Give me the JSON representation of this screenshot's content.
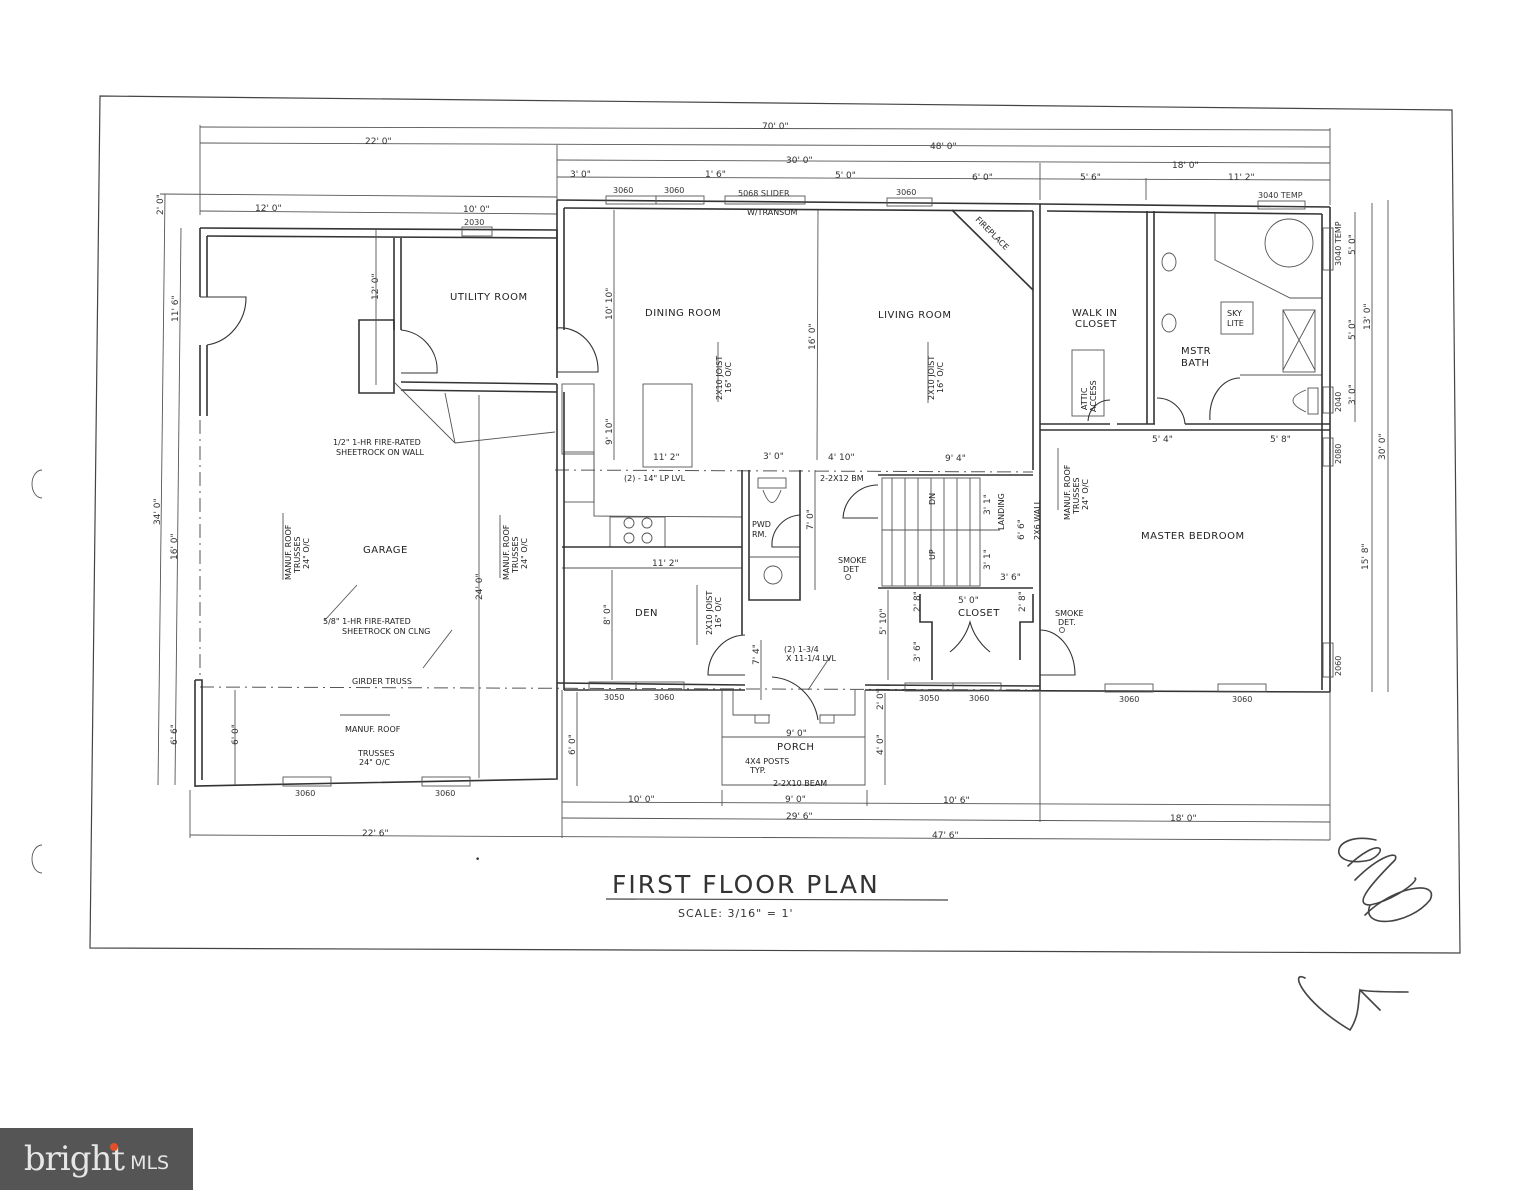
{
  "drawing": {
    "title": "FIRST FLOOR PLAN",
    "scale": "SCALE: 3/16\" = 1'"
  },
  "rooms": {
    "utility": "UTILITY ROOM",
    "dining": "DINING ROOM",
    "living": "LIVING ROOM",
    "walk_in_closet_1": "WALK IN",
    "walk_in_closet_2": "CLOSET",
    "master_bath_1": "MSTR",
    "master_bath_2": "BATH",
    "sky_lite_1": "SKY",
    "sky_lite_2": "LITE",
    "attic_1": "ATTIC",
    "attic_2": "ACCESS",
    "garage": "GARAGE",
    "den": "DEN",
    "powder_1": "PWD",
    "powder_2": "RM.",
    "master_bedroom": "MASTER BEDROOM",
    "closet": "CLOSET",
    "porch": "PORCH",
    "landing": "LANDING",
    "fireplace": "FIREPLACE",
    "stair_dn": "DN",
    "stair_up": "UP"
  },
  "notes": {
    "firewall_1": "1/2\" 1-HR FIRE-RATED",
    "firewall_2": "SHEETROCK ON WALL",
    "ceiling_1": "5/8\" 1-HR FIRE-RATED",
    "ceiling_2": "SHEETROCK ON CLNG",
    "girder": "GIRDER TRUSS",
    "garage_truss_a1": "MANUF. ROOF",
    "garage_truss_a2": "TRUSSES",
    "garage_truss_a3": "24\" O/C",
    "garage_roof_front_1": "MANUF. ROOF",
    "garage_roof_front_2": "TRUSSES",
    "garage_roof_front_3": "24\" O/C",
    "joist_1": "2X10 JOIST",
    "joist_2": "16\" O/C",
    "lvl_beam": "(2) - 14\" LP LVL",
    "ba_beam": "2-2X12 BM",
    "lvl2_1": "(2) 1-3/4",
    "lvl2_2": "X 11-1/4 LVL",
    "smoke_1": "SMOKE",
    "smoke_2": "DET",
    "smoke_3": "DET.",
    "posts_1": "4X4 POSTS",
    "posts_2": "TYP.",
    "porch_beam": "2-2X10 BEAM",
    "transom": "W/TRANSOM",
    "wall_2x6": "2X6 WALL"
  },
  "windows": {
    "w3060": "3060",
    "w3050": "3050",
    "w2030": "2030",
    "slider": "5068 SLIDER",
    "temp_3040": "3040 TEMP",
    "w2040": "2040",
    "w2080": "2080",
    "w2060": "2060"
  },
  "dimensions": {
    "overall_width": "70' 0\"",
    "left_top": "22' 0\"",
    "right_top": "48' 0\"",
    "center_top": "30' 0\"",
    "right_section_top": "18' 0\"",
    "d_3_0": "3' 0\"",
    "d_1_6": "1' 6\"",
    "d_5_0": "5' 0\"",
    "d_6_0": "6' 0\"",
    "d_5_6": "5' 6\"",
    "d_11_2": "11' 2\"",
    "d_12_0": "12' 0\"",
    "d_10_0": "10' 0\"",
    "d_2_0": "2' 0\"",
    "d_11_6": "11' 6\"",
    "d_34_0": "34' 0\"",
    "d_16_0": "16' 0\"",
    "d_6_6": "6' 6\"",
    "d_6_0v": "6' 0\"",
    "d_12_0v": "12' 0\"",
    "d_24_0": "24' 0\"",
    "d_10_10": "10' 10\"",
    "d_9_10": "9' 10\"",
    "d_16_0v": "16' 0\"",
    "d_4_10": "4' 10\"",
    "d_9_4": "9' 4\"",
    "d_8_0": "8' 0\"",
    "d_7_0": "7' 0\"",
    "d_7_4": "7' 4\"",
    "d_5_10": "5' 10\"",
    "d_3_6": "3' 6\"",
    "d_3_1": "3' 1\"",
    "d_6_6v": "6' 6\"",
    "d_2_8": "2' 8\"",
    "d_5_4": "5' 4\"",
    "d_5_8": "5' 8\"",
    "d_13_0": "13' 0\"",
    "d_30_0": "30' 0\"",
    "d_15_8": "15' 8\"",
    "d_9_0": "9' 0\"",
    "d_4_0": "4' 0\"",
    "d_10_6": "10' 6\"",
    "bottom_29_6": "29' 6\"",
    "bottom_47_6": "47' 6\"",
    "bottom_22_6": "22' 6\"",
    "bottom_18_0": "18' 0\""
  },
  "logo": {
    "brand": "bright",
    "suffix": "MLS",
    "accent_color": "#e2502a",
    "background": "#555555"
  }
}
